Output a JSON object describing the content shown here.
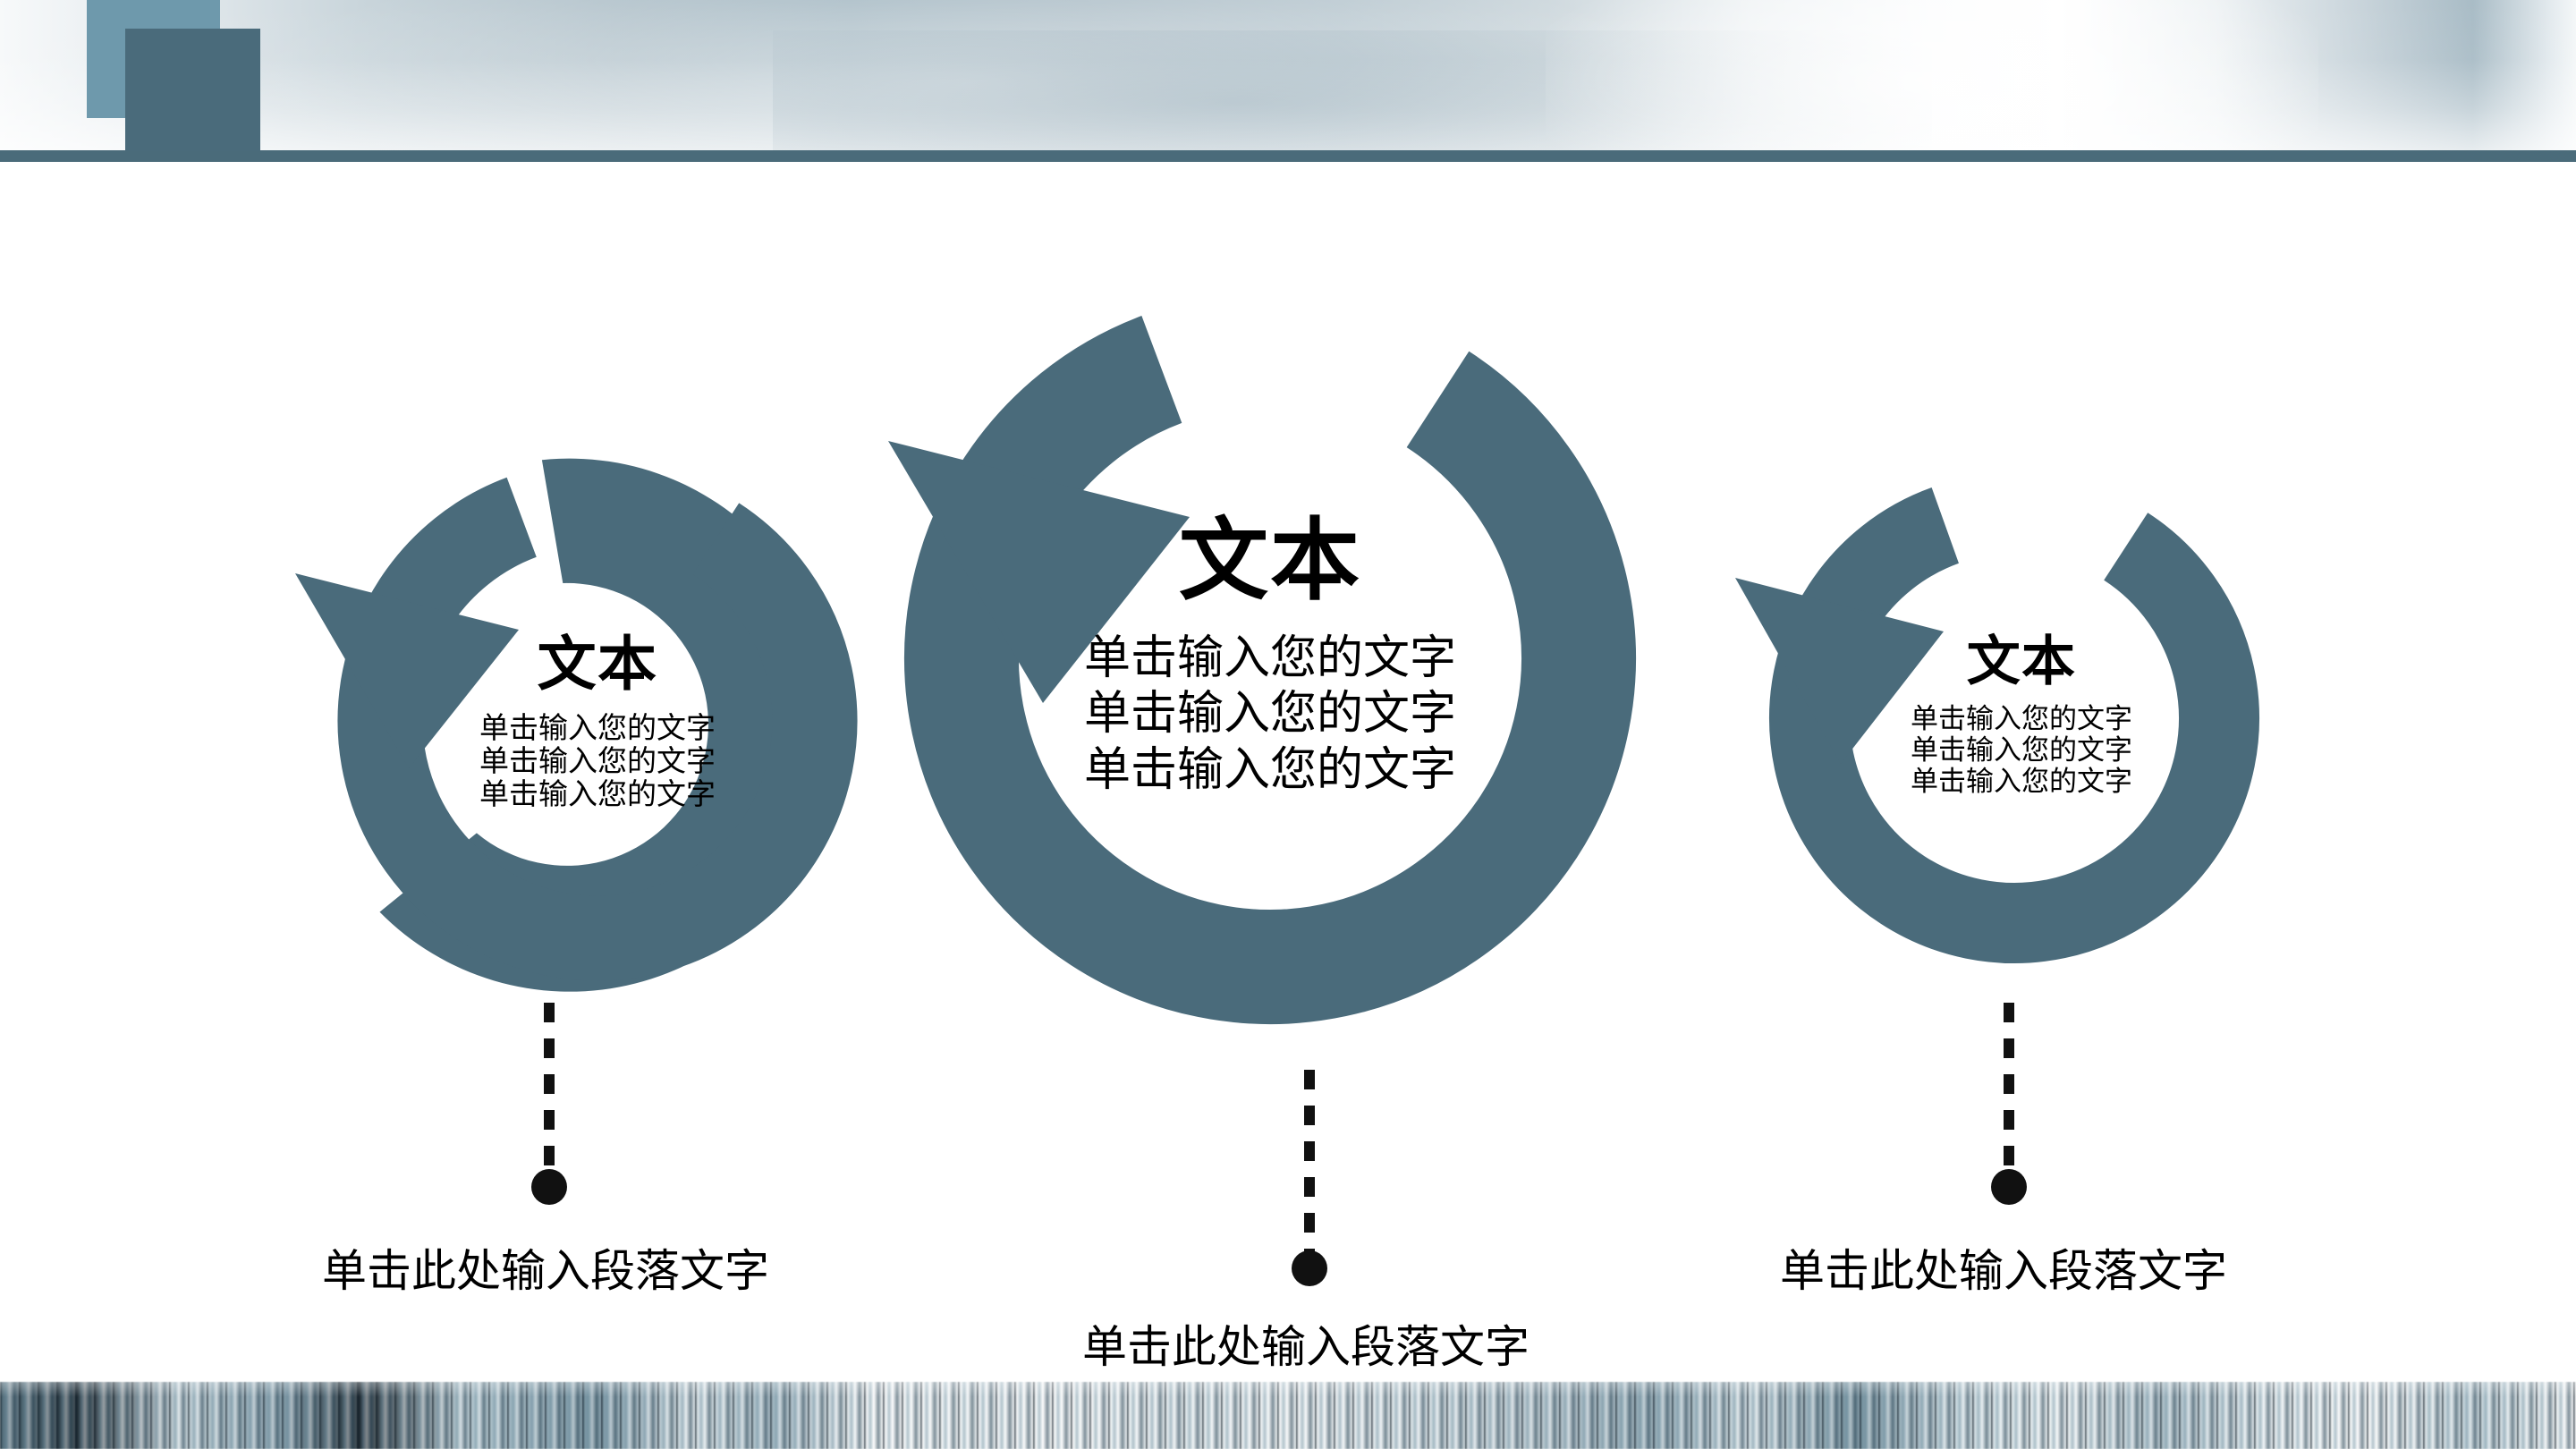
{
  "theme": {
    "accent_dark": "#4a6b7b",
    "accent_light": "#6e99ac",
    "text_color": "#000000",
    "background": "#ffffff"
  },
  "header": {
    "band_label": "cloud-photo-banner",
    "rule_color": "#4a6b7a"
  },
  "deco": {
    "square_light_color": "#6e99ac",
    "square_dark_color": "#4a6b7b"
  },
  "diagram": {
    "type": "three-step circular arrow process",
    "steps": [
      {
        "id": "step-left",
        "title": "文本",
        "lines": [
          "单击输入您的文字",
          "单击输入您的文字",
          "单击输入您的文字"
        ],
        "caption": "单击此处输入段落文字"
      },
      {
        "id": "step-center",
        "title": "文本",
        "lines": [
          "单击输入您的文字",
          "单击输入您的文字",
          "单击输入您的文字"
        ],
        "caption": "单击此处输入段落文字"
      },
      {
        "id": "step-right",
        "title": "文本",
        "lines": [
          "单击输入您的文字",
          "单击输入您的文字",
          "单击输入您的文字"
        ],
        "caption": "单击此处输入段落文字"
      }
    ]
  },
  "footer": {
    "strip_label": "blurred-waterfall-photo-strip"
  }
}
